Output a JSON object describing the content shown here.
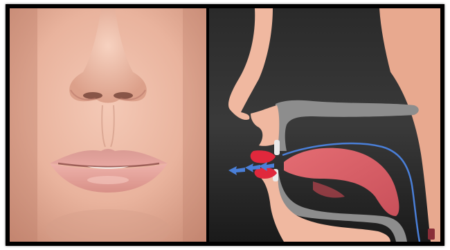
{
  "figure": {
    "panels": [
      {
        "name": "face-closeup",
        "depicts": "nose-and-lips"
      },
      {
        "name": "vocal-tract-cross-section",
        "depicts": "airflow-through-lips"
      }
    ],
    "icons": [
      "nose-icon",
      "lips-icon",
      "tongue-icon",
      "airflow-arrows-icon"
    ],
    "colors": {
      "frame": "#000000",
      "skin": "#e8b39d",
      "lips": "#e58d92",
      "tract_skin": "#f0b8a0",
      "tract_gray": "#8d8d8d",
      "tongue": "#d9626a",
      "lip_contact": "#e0283c",
      "airflow": "#4a7fd8",
      "background_dark": "#1c1c1c"
    }
  }
}
